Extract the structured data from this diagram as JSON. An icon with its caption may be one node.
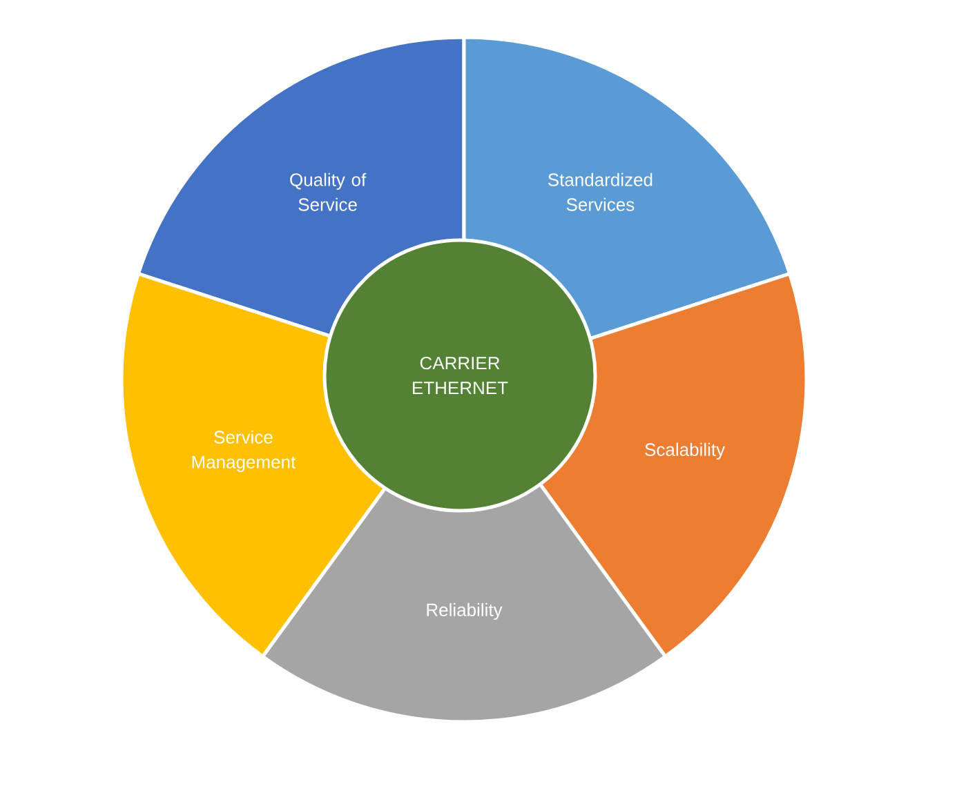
{
  "diagram": {
    "nodes": [
      {
        "text": [
          "CARRIER ETHERNET"
        ]
      },
      {
        "text": [
          "Quality of Service"
        ]
      },
      {
        "text": [
          "Standardized Services"
        ]
      },
      {
        "text": [
          "Scalability"
        ]
      },
      {
        "text": [
          "Reliability"
        ]
      },
      {
        "text": [
          "Service Management"
        ]
      }
    ]
  }
}
